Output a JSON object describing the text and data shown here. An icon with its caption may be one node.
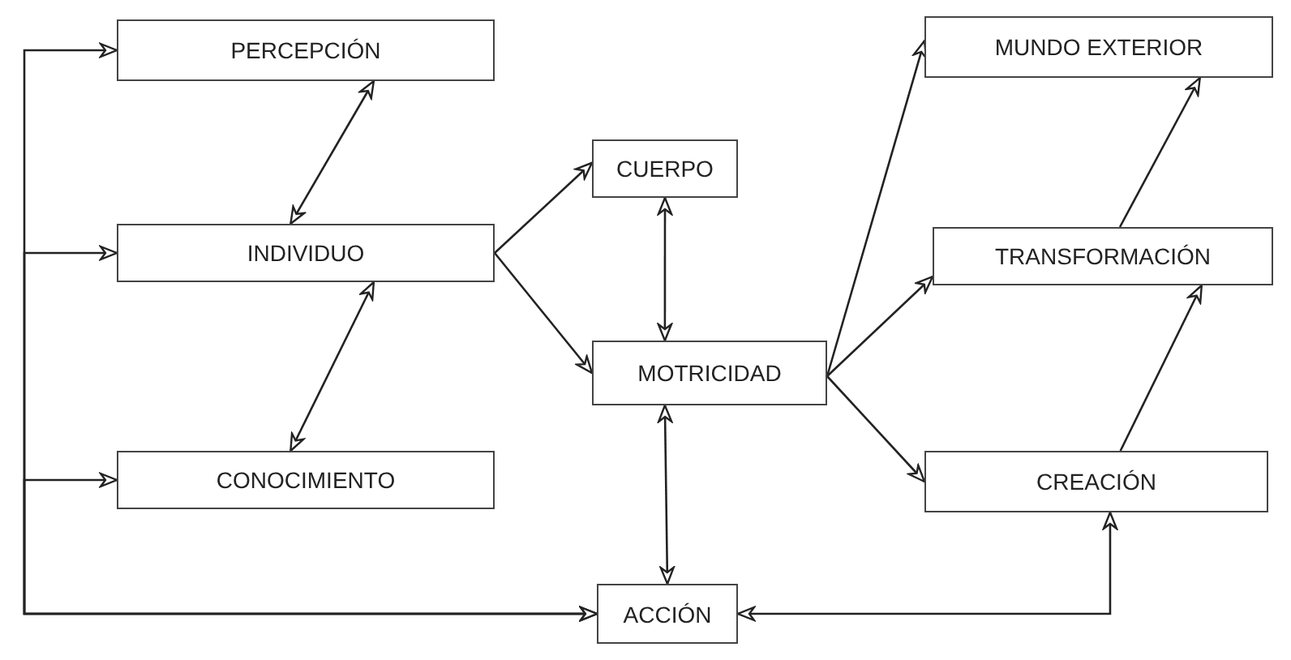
{
  "diagram": {
    "nodes": [
      {
        "text": [
          "PERCEPCIÓN"
        ]
      },
      {
        "text": [
          "INDIVIDUO"
        ]
      },
      {
        "text": [
          "CONOCIMIENTO"
        ]
      },
      {
        "text": [
          "CUERPO"
        ]
      },
      {
        "text": [
          "MOTRICIDAD"
        ]
      },
      {
        "text": [
          "ACCIÓN"
        ]
      },
      {
        "text": [
          "MUNDO EXTERIOR"
        ]
      },
      {
        "text": [
          "TRANSFORMACIÓN"
        ]
      },
      {
        "text": [
          "CREACIÓN"
        ]
      }
    ],
    "edges": [
      {
        "from": 0,
        "to": 1,
        "arrow": "both"
      },
      {
        "from": 1,
        "to": 2,
        "arrow": "both"
      },
      {
        "from": 1,
        "to": 3,
        "arrow": "to"
      },
      {
        "from": 1,
        "to": 4,
        "arrow": "to"
      },
      {
        "from": 3,
        "to": 4,
        "arrow": "both"
      },
      {
        "from": 4,
        "to": 5,
        "arrow": "both"
      },
      {
        "from": 4,
        "to": 6,
        "arrow": "to"
      },
      {
        "from": 4,
        "to": 7,
        "arrow": "to"
      },
      {
        "from": 4,
        "to": 8,
        "arrow": "to"
      },
      {
        "from": 8,
        "to": 7,
        "arrow": "to"
      },
      {
        "from": 7,
        "to": 6,
        "arrow": "to"
      },
      {
        "from": 5,
        "to": 8,
        "arrow": "both"
      },
      {
        "from": 5,
        "to": 0,
        "arrow": "both"
      },
      {
        "from": 5,
        "to": 1,
        "arrow": "both"
      },
      {
        "from": 5,
        "to": 2,
        "arrow": "both"
      }
    ]
  }
}
